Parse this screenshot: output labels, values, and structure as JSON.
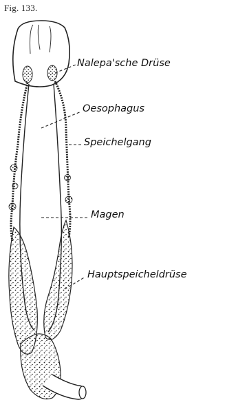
{
  "figure": {
    "number": "Fig. 133.",
    "labels": {
      "nalepa": "Nalepa'sche Drüse",
      "oesophagus": "Oesophagus",
      "speichelgang": "Speichelgang",
      "magen": "Magen",
      "hauptspeicheldruese": "Hauptspeicheldrüse"
    }
  }
}
